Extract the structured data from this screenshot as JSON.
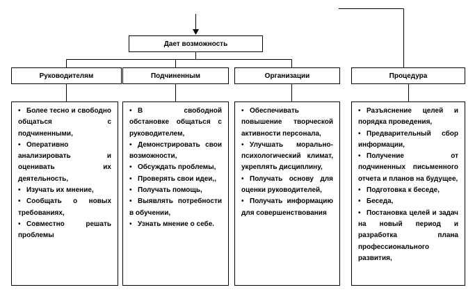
{
  "top": {
    "label": "Дает возможность"
  },
  "headers": [
    "Руководителям",
    "Подчиненным",
    "Организации",
    "Процедура"
  ],
  "columns": [
    [
      "Более тесно и свободно общаться с подчиненными,",
      "Оперативно анализировать и оценивать их деятельность,",
      "Изучать их мнение,",
      "Сообщать о новых требованиях,",
      "Совместно решать проблемы"
    ],
    [
      "В свободной обстановке общаться с руководителем,",
      "Демонстрировать свои возможности,",
      "Обсуждать проблемы,",
      "Проверять свои идеи,,",
      "Получать помощь,",
      "Выявлять потребности в обучении,",
      "Узнать мнение о себе."
    ],
    [
      "Обеспечивать повышение творческой активности персонала,",
      "Улучшать морально-психологический климат, укреплять дисциплину,",
      "Получать основу для оценки руководителей,",
      "Получать информацию для совершенствования"
    ],
    [
      "Разъяснение целей и порядка проведения,",
      "Предварительный сбор информации,",
      "Получение от подчиненных письменного отчета и планов на будущее,",
      "Подготовка к беседе,",
      "Беседа,",
      "Постановка целей и задач на новый период и разработка плана профессионального развития,"
    ]
  ]
}
